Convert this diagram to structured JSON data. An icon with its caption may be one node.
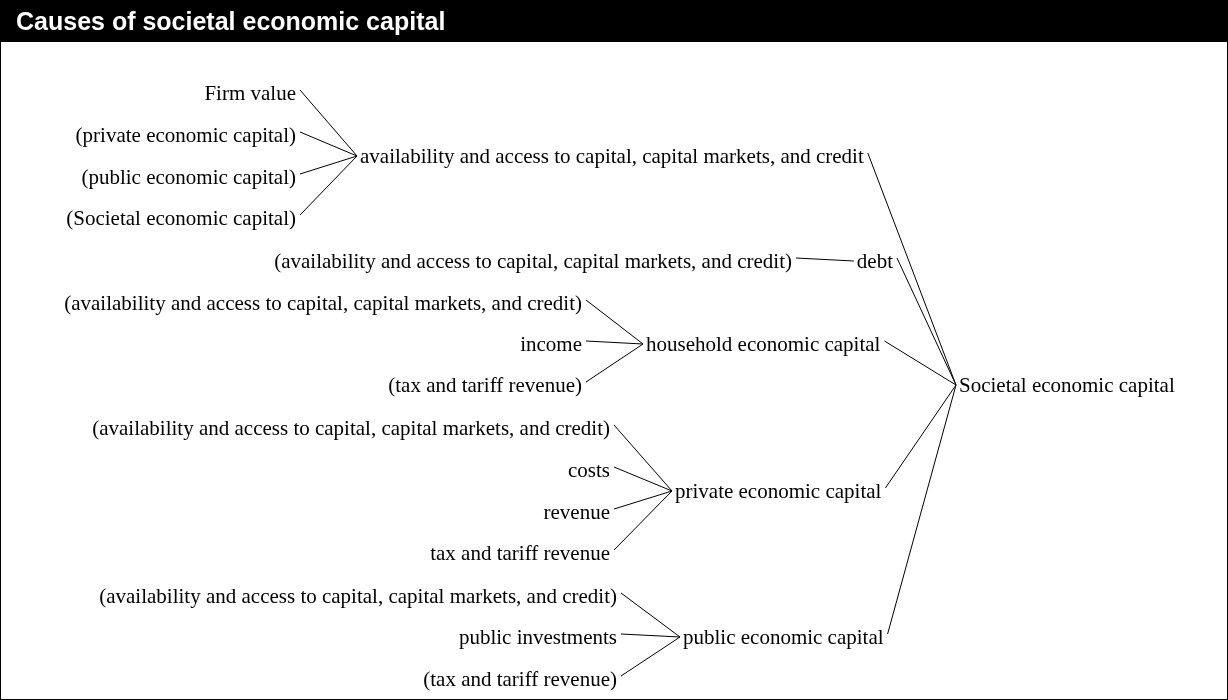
{
  "diagram": {
    "title": "Causes of societal economic capital",
    "nodes": [
      {
        "text": [
          "Firm value"
        ]
      },
      {
        "text": [
          "(private economic capital)"
        ]
      },
      {
        "text": [
          "(public economic capital)"
        ]
      },
      {
        "text": [
          "(Societal economic capital)"
        ]
      },
      {
        "text": [
          "availability and access to capital, capital markets, and credit"
        ]
      },
      {
        "text": [
          "(availability and access to capital, capital markets, and credit)"
        ]
      },
      {
        "text": [
          "debt"
        ]
      },
      {
        "text": [
          "(availability and access to capital, capital markets, and credit)"
        ]
      },
      {
        "text": [
          "income"
        ]
      },
      {
        "text": [
          "(tax and tariff revenue)"
        ]
      },
      {
        "text": [
          "household economic capital"
        ]
      },
      {
        "text": [
          "(availability and access to capital, capital markets, and credit)"
        ]
      },
      {
        "text": [
          "costs"
        ]
      },
      {
        "text": [
          "revenue"
        ]
      },
      {
        "text": [
          "tax and tariff revenue"
        ]
      },
      {
        "text": [
          "private economic capital"
        ]
      },
      {
        "text": [
          "(availability and access to capital, capital markets, and credit)"
        ]
      },
      {
        "text": [
          "public investments"
        ]
      },
      {
        "text": [
          "(tax and tariff revenue)"
        ]
      },
      {
        "text": [
          "public economic capital"
        ]
      },
      {
        "text": [
          "Societal economic capital"
        ]
      }
    ],
    "edges": [
      {
        "from": 0,
        "to": 4,
        "arrow": "none"
      },
      {
        "from": 1,
        "to": 4,
        "arrow": "none"
      },
      {
        "from": 2,
        "to": 4,
        "arrow": "none"
      },
      {
        "from": 3,
        "to": 4,
        "arrow": "none"
      },
      {
        "from": 5,
        "to": 6,
        "arrow": "none"
      },
      {
        "from": 7,
        "to": 10,
        "arrow": "none"
      },
      {
        "from": 8,
        "to": 10,
        "arrow": "none"
      },
      {
        "from": 9,
        "to": 10,
        "arrow": "none"
      },
      {
        "from": 11,
        "to": 15,
        "arrow": "none"
      },
      {
        "from": 12,
        "to": 15,
        "arrow": "none"
      },
      {
        "from": 13,
        "to": 15,
        "arrow": "none"
      },
      {
        "from": 14,
        "to": 15,
        "arrow": "none"
      },
      {
        "from": 16,
        "to": 19,
        "arrow": "none"
      },
      {
        "from": 17,
        "to": 19,
        "arrow": "none"
      },
      {
        "from": 18,
        "to": 19,
        "arrow": "none"
      },
      {
        "from": 4,
        "to": 20,
        "arrow": "none"
      },
      {
        "from": 6,
        "to": 20,
        "arrow": "none"
      },
      {
        "from": 10,
        "to": 20,
        "arrow": "none"
      },
      {
        "from": 15,
        "to": 20,
        "arrow": "none"
      },
      {
        "from": 19,
        "to": 20,
        "arrow": "none"
      }
    ]
  }
}
